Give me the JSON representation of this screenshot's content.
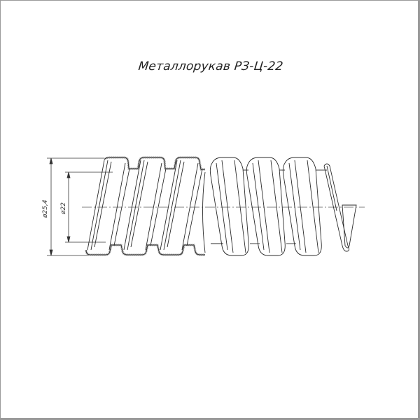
{
  "drawing": {
    "title": "Металлорукав РЗ-Ц-22",
    "dimensions": {
      "outer_diameter_label": "ø25,4",
      "inner_diameter_label": "ø22"
    },
    "colors": {
      "line": "#2a2a2a",
      "section_fill": "#bdbdbd",
      "border": "#9a9a9a",
      "centerline": "#555555"
    }
  }
}
